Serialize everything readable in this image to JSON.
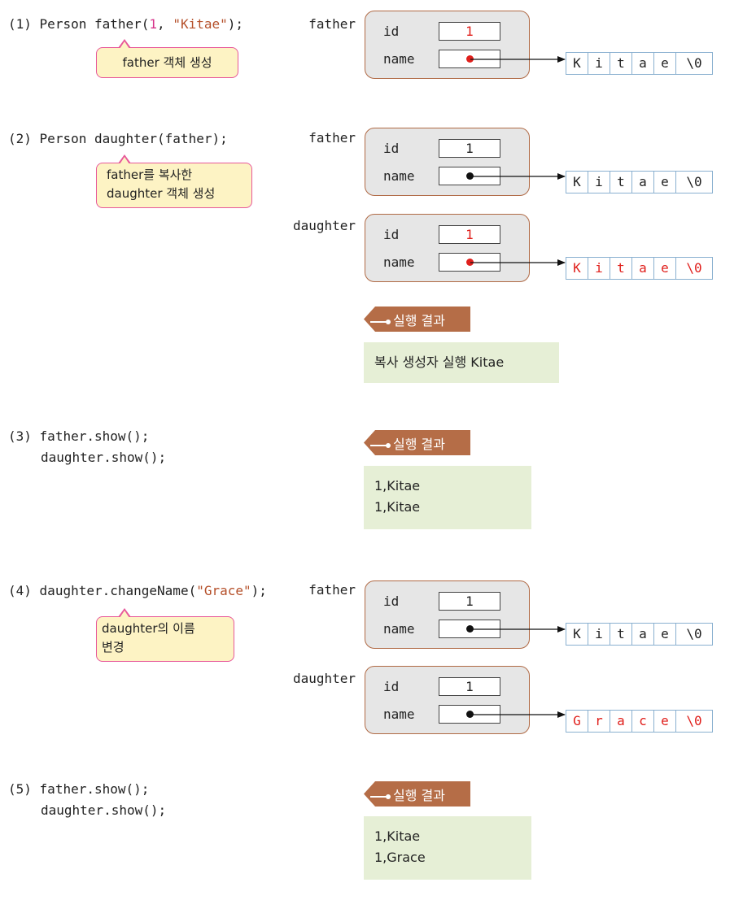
{
  "steps": {
    "s1": {
      "num": "(1)",
      "code_pre": "Person father(",
      "code_num": "1",
      "code_mid": ", ",
      "code_str": "\"Kitae\"",
      "code_post": ");",
      "bubble": "father 객체 생성"
    },
    "s2": {
      "num": "(2)",
      "code": "Person daughter(father);",
      "bubble_line1": "father를 복사한",
      "bubble_line2": "daughter 객체 생성"
    },
    "s3": {
      "num": "(3)",
      "line1": "father.show();",
      "line2": "daughter.show();"
    },
    "s4": {
      "num": "(4)",
      "code_pre": "daughter.changeName(",
      "code_str": "\"Grace\"",
      "code_post": ");",
      "bubble_line1": "daughter의 이름",
      "bubble_line2": "변경"
    },
    "s5": {
      "num": "(5)",
      "line1": "father.show();",
      "line2": "daughter.show();"
    }
  },
  "labels": {
    "father": "father",
    "daughter": "daughter",
    "id": "id",
    "name": "name",
    "result": "실행 결과"
  },
  "objects": {
    "o1_father": {
      "id": "1"
    },
    "o2_father": {
      "id": "1"
    },
    "o2_daughter": {
      "id": "1"
    },
    "o4_father": {
      "id": "1"
    },
    "o4_daughter": {
      "id": "1"
    }
  },
  "strings": {
    "kitae": [
      "K",
      "i",
      "t",
      "a",
      "e",
      "\\0"
    ],
    "grace": [
      "G",
      "r",
      "a",
      "c",
      "e",
      "\\0"
    ]
  },
  "results": {
    "r2": {
      "line1": "복사 생성자 실행 Kitae"
    },
    "r3": {
      "line1": "1,Kitae",
      "line2": "1,Kitae"
    },
    "r5": {
      "line1": "1,Kitae",
      "line2": "1,Grace"
    }
  },
  "colors": {
    "highlight_red": "#e0201c",
    "object_border": "#b06a45",
    "object_fill": "#e6e6e6",
    "bubble_fill": "#fdf3c4",
    "bubble_border": "#e7589a",
    "result_tag": "#b56d47",
    "result_box": "#e6efd6",
    "string_border": "#8ab0d0"
  }
}
